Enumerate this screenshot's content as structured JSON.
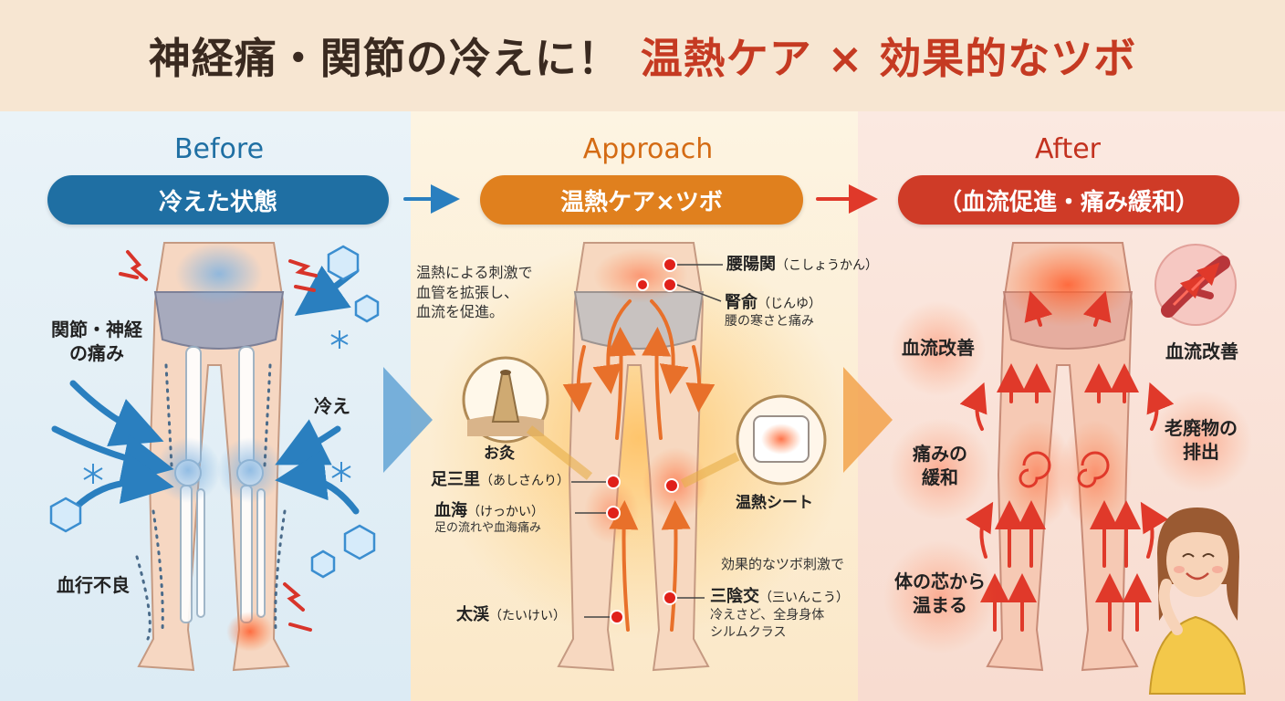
{
  "title": {
    "main": "神経痛・関節の冷えに！",
    "accent": "温熱ケア × 効果的なツボ"
  },
  "before": {
    "stage": "Before",
    "pill": "冷えた状態",
    "labels": {
      "pain_line1": "関節・神経",
      "pain_line2": "の痛み",
      "cold": "冷え",
      "poor_circ": "血行不良"
    }
  },
  "approach": {
    "stage": "Approach",
    "pill": "温熱ケア×ツボ",
    "intro": [
      "温熱による刺激で",
      "血管を拡張し、",
      "血流を促進。"
    ],
    "moxa": "お灸",
    "sheet": "温熱シート",
    "points": {
      "youyoukan": {
        "name": "腰陽関",
        "reading": "（こしょうかん）"
      },
      "jinyu": {
        "name": "腎俞",
        "reading": "（じんゆ）",
        "note": "腰の寒さと痛み"
      },
      "ashisanri": {
        "name": "足三里",
        "reading": "（あしさんり）"
      },
      "kekkai": {
        "name": "血海",
        "reading": "（けっかい）",
        "note": "足の流れや血海痛み"
      },
      "taikei": {
        "name": "太渓",
        "reading": "（たいけい）"
      },
      "saninkou": {
        "name": "三陰交",
        "reading": "（三いんこう）",
        "intro": "効果的なツボ刺激で",
        "note1": "冷えさど、全身身体",
        "note2": "シルムクラス"
      }
    }
  },
  "after": {
    "stage": "After",
    "pill": "（血流促進・痛み緩和）",
    "labels": {
      "flow_left": "血流改善",
      "flow_right": "血流改善",
      "pain_relief_1": "痛みの",
      "pain_relief_2": "緩和",
      "waste_1": "老廃物の",
      "waste_2": "排出",
      "core_1": "体の芯から",
      "core_2": "温まる"
    }
  },
  "colors": {
    "before": "#1f6fa3",
    "approach": "#e0801e",
    "after": "#cf3b27",
    "title_accent": "#c53a22"
  }
}
